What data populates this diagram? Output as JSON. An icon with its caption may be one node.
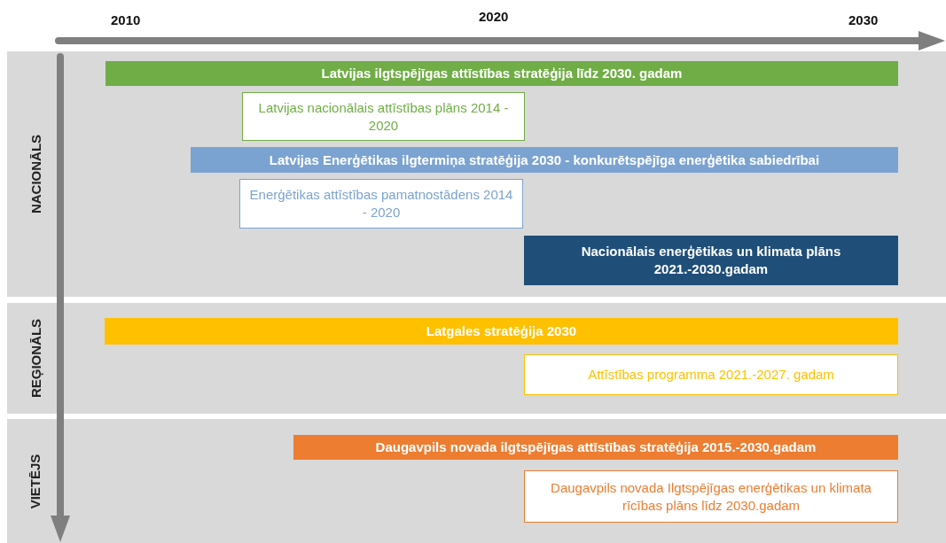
{
  "diagram": {
    "nodes": [
      {
        "text": [
          "NACIONĀLS"
        ]
      },
      {
        "text": [
          "Latvijas ilgtspējīgas attīstības stratēģija līdz 2030. gadam"
        ],
        "in": 0
      },
      {
        "text": [
          "Latvijas nacionālais attīstības plāns 2014 - 2020"
        ],
        "in": 0
      },
      {
        "text": [
          "Latvijas Enerģētikas ilgtermiņa stratēģija 2030 - konkurētspējīga enerģētika sabiedrībai"
        ],
        "in": 0
      },
      {
        "text": [
          "Enerģētikas attīstības pamatnostādens 2014 - 2020"
        ],
        "in": 0
      },
      {
        "text": [
          "Nacionālais enerģētikas un klimata plāns 2021.-2030.gadam"
        ],
        "in": 0
      },
      {
        "text": [
          "REĢIONĀLS"
        ]
      },
      {
        "text": [
          "Latgales stratēģija 2030"
        ],
        "in": 6
      },
      {
        "text": [
          "Attīstības programma 2021.-2027. gadam"
        ],
        "in": 6
      },
      {
        "text": [
          "VIETĒJS"
        ]
      },
      {
        "text": [
          "Daugavpils novada ilgtspējīgas attīstības stratēģija 2015.-2030.gadam"
        ],
        "in": 9
      },
      {
        "text": [
          "Daugavpils novada Ilgtspējīgas enerģētikas un klimata rīcības plāns līdz 2030.gadam"
        ],
        "in": 9
      }
    ],
    "labels": [
      "2010",
      "2020",
      "2030"
    ]
  }
}
